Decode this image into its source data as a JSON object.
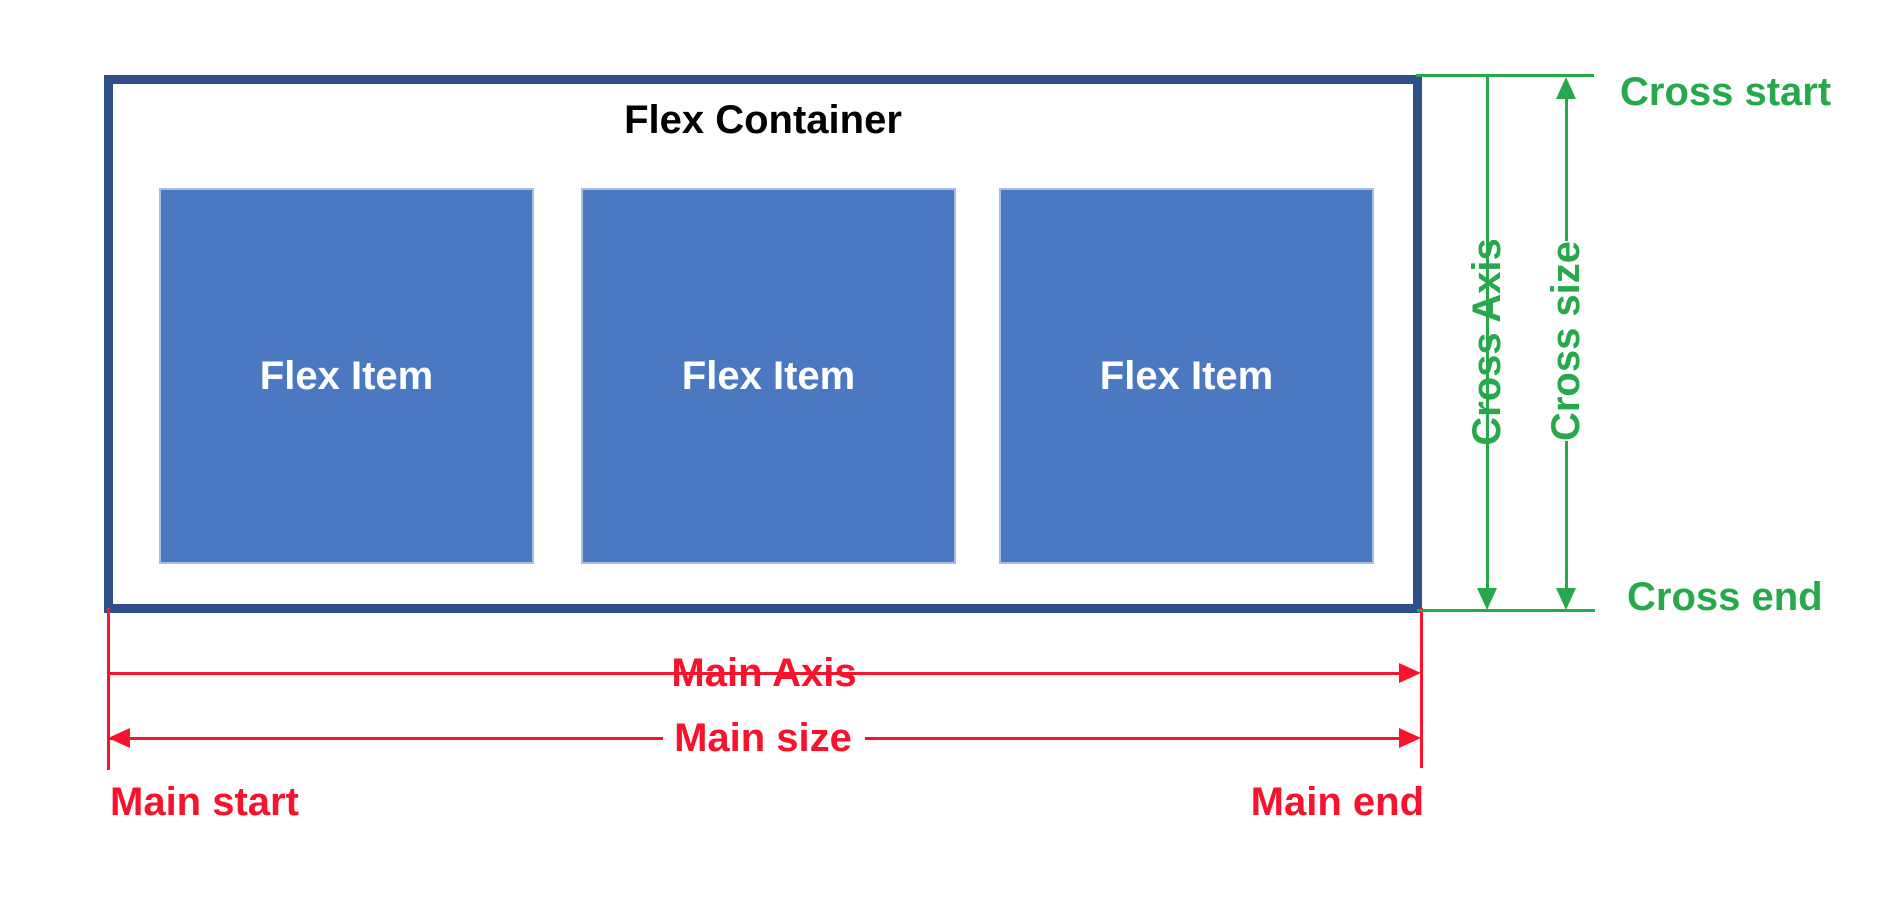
{
  "diagram": {
    "container_label": "Flex Container",
    "items": [
      {
        "label": "Flex Item"
      },
      {
        "label": "Flex Item"
      },
      {
        "label": "Flex Item"
      }
    ],
    "main": {
      "axis_label": "Main Axis",
      "size_label": "Main size",
      "start_label": "Main start",
      "end_label": "Main end"
    },
    "cross": {
      "axis_label": "Cross Axis",
      "size_label": "Cross size",
      "start_label": "Cross start",
      "end_label": "Cross end"
    },
    "colors": {
      "container_border": "#2F5087",
      "item_fill": "#4A78C1",
      "item_border": "#A6BFE2",
      "main_color": "#F8122B",
      "cross_color": "#27A84B",
      "title_color": "#000000",
      "item_text": "#FFFFFF",
      "background": "#FFFFFF"
    }
  }
}
